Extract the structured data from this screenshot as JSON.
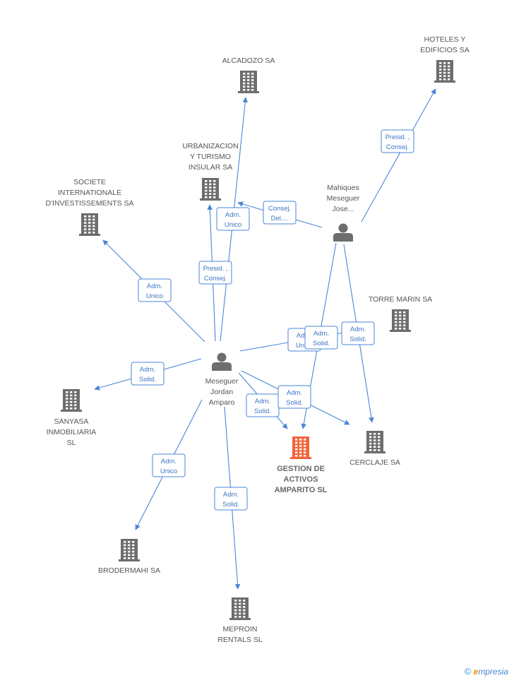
{
  "nodes": [
    {
      "id": "alcadozo",
      "type": "company",
      "lines": [
        "ALCADOZO SA"
      ]
    },
    {
      "id": "hoteles",
      "type": "company",
      "lines": [
        "HOTELES Y",
        "EDIFICIOS SA"
      ]
    },
    {
      "id": "urbanizacion",
      "type": "company",
      "lines": [
        "URBANIZACION",
        "Y TURISMO",
        "INSULAR SA"
      ]
    },
    {
      "id": "societe",
      "type": "company",
      "lines": [
        "SOCIETE",
        "INTERNATIONALE",
        "D'INVESTISSEMENTS SA"
      ]
    },
    {
      "id": "mahiques",
      "type": "person",
      "lines": [
        "Mahiques",
        "Meseguer",
        "Jose..."
      ]
    },
    {
      "id": "torre",
      "type": "company",
      "lines": [
        "TORRE MARIN SA"
      ]
    },
    {
      "id": "meseguer",
      "type": "person",
      "lines": [
        "Meseguer",
        "Jordan",
        "Amparo"
      ]
    },
    {
      "id": "sanyasa",
      "type": "company",
      "lines": [
        "SANYASA",
        "INMOBILIARIA",
        "SL"
      ]
    },
    {
      "id": "gestion",
      "type": "company",
      "main": true,
      "lines": [
        "GESTION DE",
        "ACTIVOS",
        "AMPARITO SL"
      ]
    },
    {
      "id": "cerclaje",
      "type": "company",
      "lines": [
        "CERCLAJE SA"
      ]
    },
    {
      "id": "brodermahi",
      "type": "company",
      "lines": [
        "BRODERMAHI SA"
      ]
    },
    {
      "id": "meproin",
      "type": "company",
      "lines": [
        "MEPROIN",
        "RENTALS SL"
      ]
    }
  ],
  "edges": [
    {
      "from": "meseguer",
      "to": "alcadozo",
      "label": [
        "Adm.",
        "Unico"
      ]
    },
    {
      "from": "meseguer",
      "to": "urbanizacion",
      "label": [
        "Presid. ,",
        "Consej."
      ]
    },
    {
      "from": "meseguer",
      "to": "societe",
      "label": [
        "Adm.",
        "Unico"
      ]
    },
    {
      "from": "meseguer",
      "to": "sanyasa",
      "label": [
        "Adm.",
        "Solid."
      ]
    },
    {
      "from": "meseguer",
      "to": "brodermahi",
      "label": [
        "Adm.",
        "Unico"
      ]
    },
    {
      "from": "meseguer",
      "to": "meproin",
      "label": [
        "Adm.",
        "Solid."
      ]
    },
    {
      "from": "meseguer",
      "to": "gestion",
      "label": [
        "Adm.",
        "Solid."
      ]
    },
    {
      "from": "meseguer",
      "to": "cerclaje",
      "label": [
        "Adm.",
        "Solid."
      ]
    },
    {
      "from": "meseguer",
      "to": "torre",
      "label": [
        "Adm.",
        "Unico"
      ]
    },
    {
      "from": "mahiques",
      "to": "alcadozo",
      "label": [
        "Consej.",
        "Del...."
      ]
    },
    {
      "from": "mahiques",
      "to": "hoteles",
      "label": [
        "Presid. ,",
        "Consej."
      ]
    },
    {
      "from": "mahiques",
      "to": "gestion",
      "label": [
        "Adm.",
        "Solid."
      ]
    },
    {
      "from": "mahiques",
      "to": "cerclaje",
      "label": [
        "Adm.",
        "Solid."
      ]
    }
  ],
  "footer": {
    "copyright": "©",
    "brand_initial": "e",
    "brand_rest": "mpresia"
  },
  "colors": {
    "edge": "#4a86d8",
    "node": "#6d6d6d",
    "main_node": "#f0643a"
  }
}
